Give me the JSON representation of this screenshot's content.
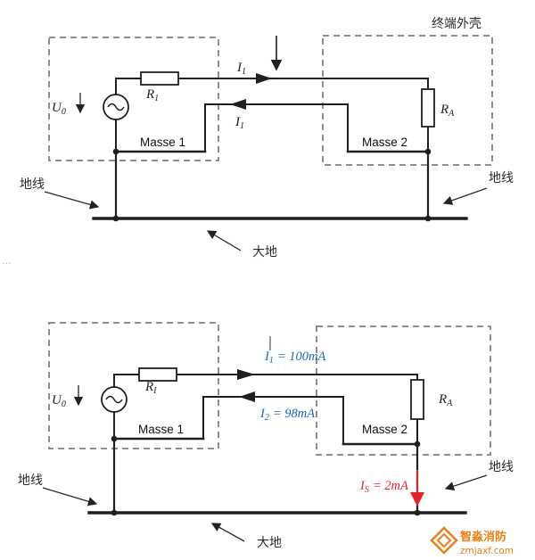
{
  "colors": {
    "wire": "#1f1f1f",
    "box_dash": "#8e8e8e",
    "current_blue": "#1a68b8",
    "leak_red": "#e8202a",
    "brand_orange": "#e87f17"
  },
  "diagram_top": {
    "enclosure_label": "终端外壳",
    "source_label": {
      "base": "U",
      "sub": "0"
    },
    "series_resistor": {
      "base": "R",
      "sub": "1"
    },
    "load_resistor": {
      "base": "R",
      "sub": "A"
    },
    "current_top": {
      "base": "I",
      "sub": "1"
    },
    "current_return": {
      "base": "I",
      "sub": "1"
    },
    "masse1": "Masse 1",
    "masse2": "Masse 2",
    "ground_wire_left": "地线",
    "ground_wire_right": "地线",
    "earth": "大地"
  },
  "diagram_bottom": {
    "source_label": {
      "base": "U",
      "sub": "0"
    },
    "series_resistor": {
      "base": "R",
      "sub": "I"
    },
    "load_resistor": {
      "base": "R",
      "sub": "A"
    },
    "current_top": {
      "base": "I",
      "sub": "1",
      "value": "= 100mA"
    },
    "current_return": {
      "base": "I",
      "sub": "2",
      "value": "= 98mA"
    },
    "leakage_current": {
      "base": "I",
      "sub": "S",
      "value": "= 2mA"
    },
    "masse1": "Masse 1",
    "masse2": "Masse 2",
    "ground_wire_left": "地线",
    "ground_wire_right": "地线",
    "earth": "大地"
  },
  "watermark": {
    "brand": "智淼消防",
    "site": "zmjaxf.com"
  },
  "artifacts": {
    "edge_dots": "..."
  }
}
